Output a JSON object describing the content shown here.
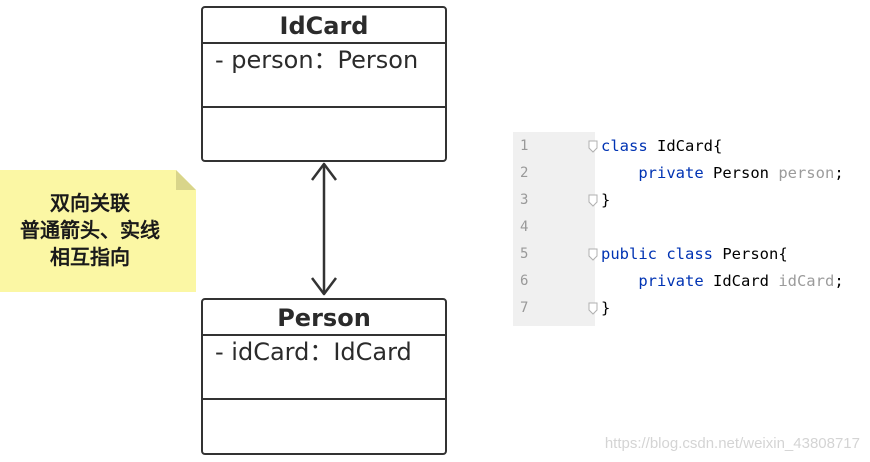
{
  "classes": [
    {
      "name": "IdCard",
      "attribute": "- person：Person"
    },
    {
      "name": "Person",
      "attribute": "- idCard：IdCard"
    }
  ],
  "note": {
    "lines": [
      "双向关联",
      "普通箭头、实线",
      "相互指向"
    ],
    "color": "#fbf7a4"
  },
  "code": {
    "lines": [
      {
        "num": "1",
        "parts": [
          {
            "t": "class",
            "c": "kw"
          },
          {
            "t": " IdCard{",
            "c": ""
          }
        ]
      },
      {
        "num": "2",
        "parts": [
          {
            "t": "    private",
            "c": "kw"
          },
          {
            "t": " Person ",
            "c": ""
          },
          {
            "t": "person",
            "c": "fld"
          },
          {
            "t": ";",
            "c": ""
          }
        ]
      },
      {
        "num": "3",
        "parts": [
          {
            "t": "}",
            "c": ""
          }
        ]
      },
      {
        "num": "4",
        "parts": []
      },
      {
        "num": "5",
        "parts": [
          {
            "t": "public",
            "c": "kw"
          },
          {
            "t": " ",
            "c": ""
          },
          {
            "t": "class",
            "c": "kw"
          },
          {
            "t": " Person{",
            "c": ""
          }
        ]
      },
      {
        "num": "6",
        "parts": [
          {
            "t": "    private",
            "c": "kw"
          },
          {
            "t": " IdCard ",
            "c": ""
          },
          {
            "t": "idCard",
            "c": "fld"
          },
          {
            "t": ";",
            "c": ""
          }
        ]
      },
      {
        "num": "7",
        "parts": [
          {
            "t": "}",
            "c": ""
          }
        ]
      }
    ],
    "fold_lines": [
      "1",
      "3",
      "5",
      "7"
    ]
  },
  "watermark": "https://blog.csdn.net/weixin_43808717"
}
